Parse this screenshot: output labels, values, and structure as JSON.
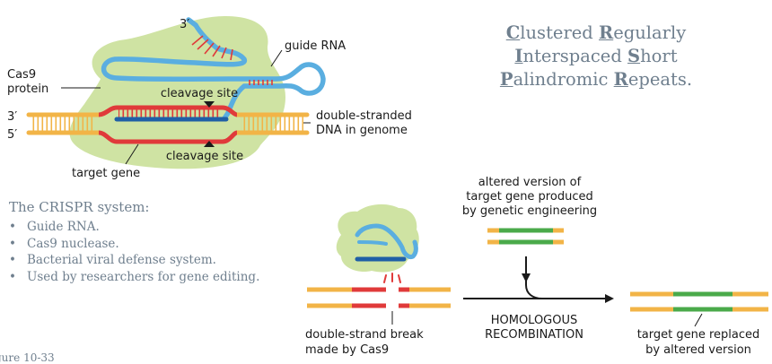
{
  "diagram_top": {
    "three_prime_top": "3′",
    "guide_rna": "guide RNA",
    "cas9_line1": "Cas9",
    "cas9_line2": "protein",
    "cleavage_site": "cleavage site",
    "three_prime_left": "3′",
    "five_prime_left": "5′",
    "dsdna_line1": "double-stranded",
    "dsdna_line2": "DNA in genome",
    "target_gene": "target gene"
  },
  "acronym": {
    "line1": [
      {
        "initial": "C",
        "rest": "lustered "
      },
      {
        "initial": "R",
        "rest": "egularly"
      }
    ],
    "line2": [
      {
        "initial": "I",
        "rest": "nterspaced "
      },
      {
        "initial": "S",
        "rest": "hort"
      }
    ],
    "line3": [
      {
        "initial": "P",
        "rest": "alindromic "
      },
      {
        "initial": "R",
        "rest": "epeats."
      }
    ]
  },
  "crispr_system": {
    "title": "The CRISPR system:",
    "bullets": [
      "Guide RNA.",
      "Cas9 nuclease.",
      "Bacterial viral defense system.",
      "Used by researchers for gene editing."
    ]
  },
  "diagram_bottom": {
    "altered_line1": "altered version of",
    "altered_line2": "target gene produced",
    "altered_line3": "by genetic engineering",
    "ds_break_line1": "double-strand break",
    "ds_break_line2": "made by Cas9",
    "homologous": "HOMOLOGOUS",
    "recombination": "RECOMBINATION",
    "replaced_line1": "target gene replaced",
    "replaced_line2": "by altered version"
  },
  "figure_number": "gure 10-33",
  "colors": {
    "protein": "#cfe3a3",
    "rna": "#5aaee0",
    "rna_dark": "#1f5fa6",
    "dna": "#f2b447",
    "target": "#e03a3a",
    "altered": "#4aaa4a",
    "text_slate": "#6f7f8e"
  }
}
